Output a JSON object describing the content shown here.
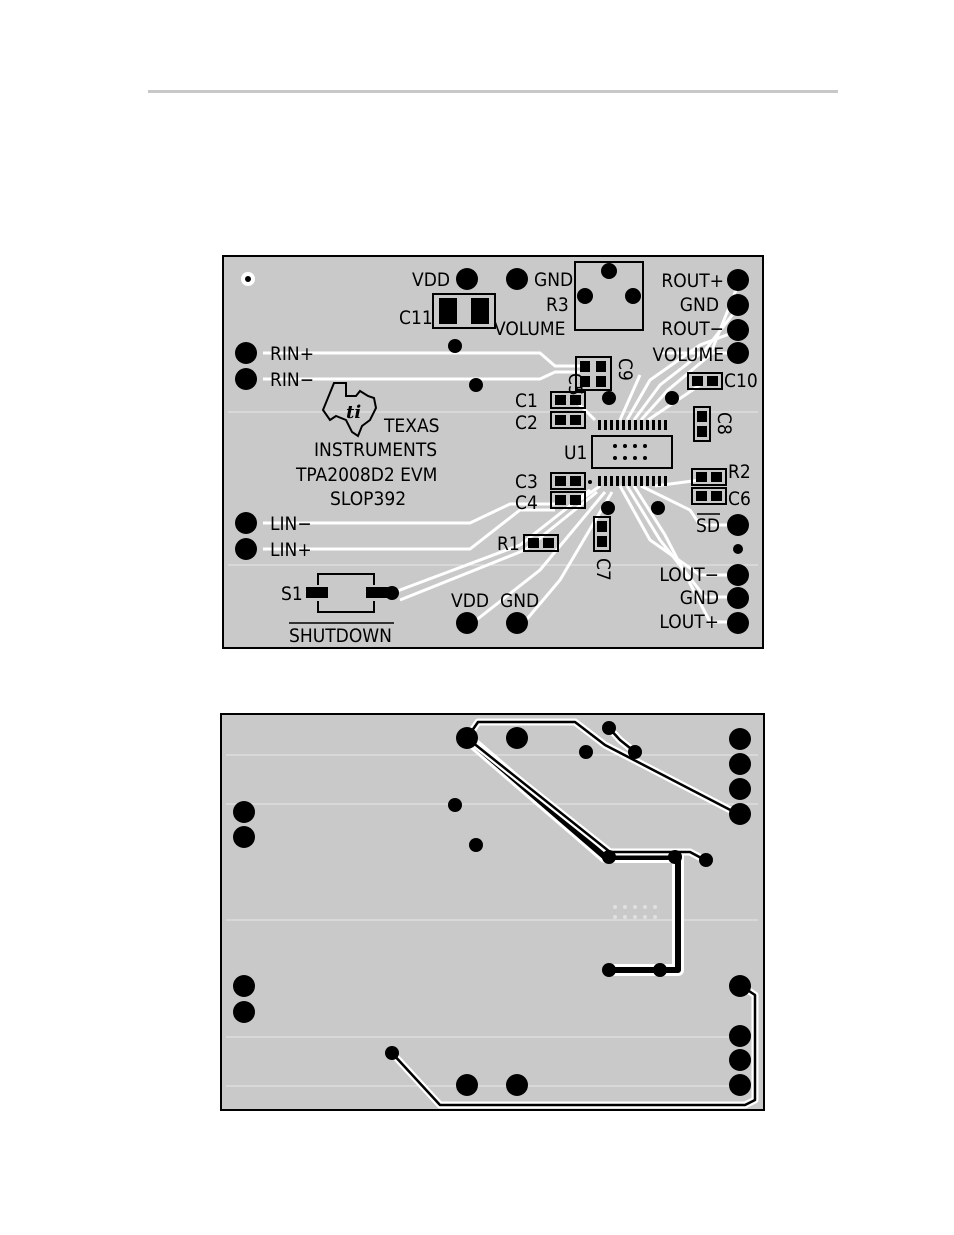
{
  "top_layer": {
    "connectors_left": [
      "RIN+",
      "RIN−",
      "LIN−",
      "LIN+"
    ],
    "connectors_right": [
      "ROUT+",
      "GND",
      "ROUT−",
      "VOLUME",
      "SD",
      "LOUT−",
      "GND",
      "LOUT+"
    ],
    "connectors_top": [
      "VDD",
      "GND"
    ],
    "connectors_bottom": [
      "VDD",
      "GND"
    ],
    "components": {
      "c11": "C11",
      "r3": "R3",
      "volume": "VOLUME",
      "c5": "C5",
      "c9": "C9",
      "c1": "C1",
      "c2": "C2",
      "c10": "C10",
      "c8": "C8",
      "u1": "U1",
      "c3": "C3",
      "c4": "C4",
      "r2": "R2",
      "c6": "C6",
      "r1": "R1",
      "c7": "C7",
      "s1": "S1",
      "shutdown": "SHUTDOWN"
    },
    "logo_text": [
      "TEXAS",
      "INSTRUMENTS",
      "TPA2008D2 EVM",
      "SLOP392"
    ]
  },
  "colors": {
    "board": "#c9c9c9",
    "copper": "#000000",
    "trace_outline": "#ffffff"
  }
}
